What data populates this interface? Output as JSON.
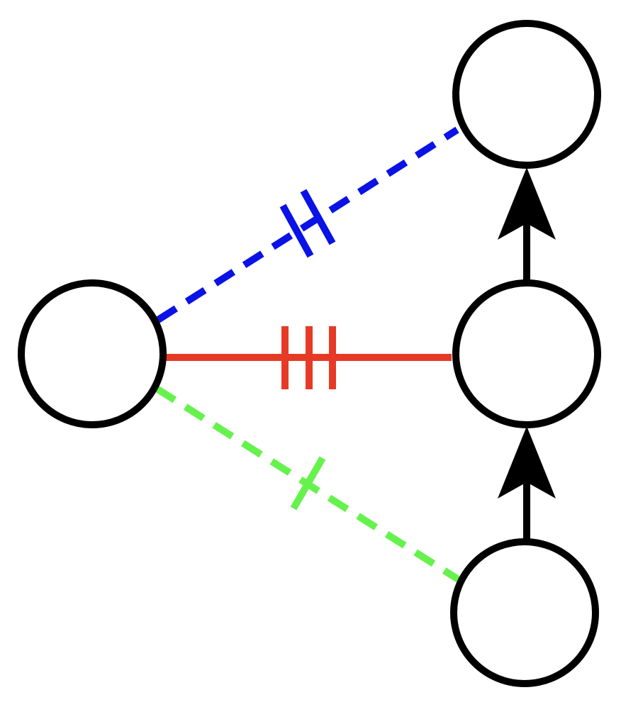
{
  "diagram": {
    "nodes": [
      {
        "id": "left",
        "label": ""
      },
      {
        "id": "top-right",
        "label": ""
      },
      {
        "id": "middle-right",
        "label": ""
      },
      {
        "id": "bottom-right",
        "label": ""
      }
    ],
    "edges": [
      {
        "from": "left",
        "to": "top-right",
        "style": "dashed",
        "color": "#0a12e6",
        "tick_marks": 2,
        "directed": false
      },
      {
        "from": "left",
        "to": "middle-right",
        "style": "solid",
        "color": "#e63a26",
        "tick_marks": 3,
        "directed": false
      },
      {
        "from": "left",
        "to": "bottom-right",
        "style": "dashed",
        "color": "#66f24d",
        "tick_marks": 1,
        "directed": false
      },
      {
        "from": "middle-right",
        "to": "top-right",
        "style": "solid",
        "color": "#000000",
        "tick_marks": 0,
        "directed": true
      },
      {
        "from": "bottom-right",
        "to": "middle-right",
        "style": "solid",
        "color": "#000000",
        "tick_marks": 0,
        "directed": true
      }
    ],
    "node_stroke_color": "#000000",
    "background_color": "#ffffff"
  }
}
